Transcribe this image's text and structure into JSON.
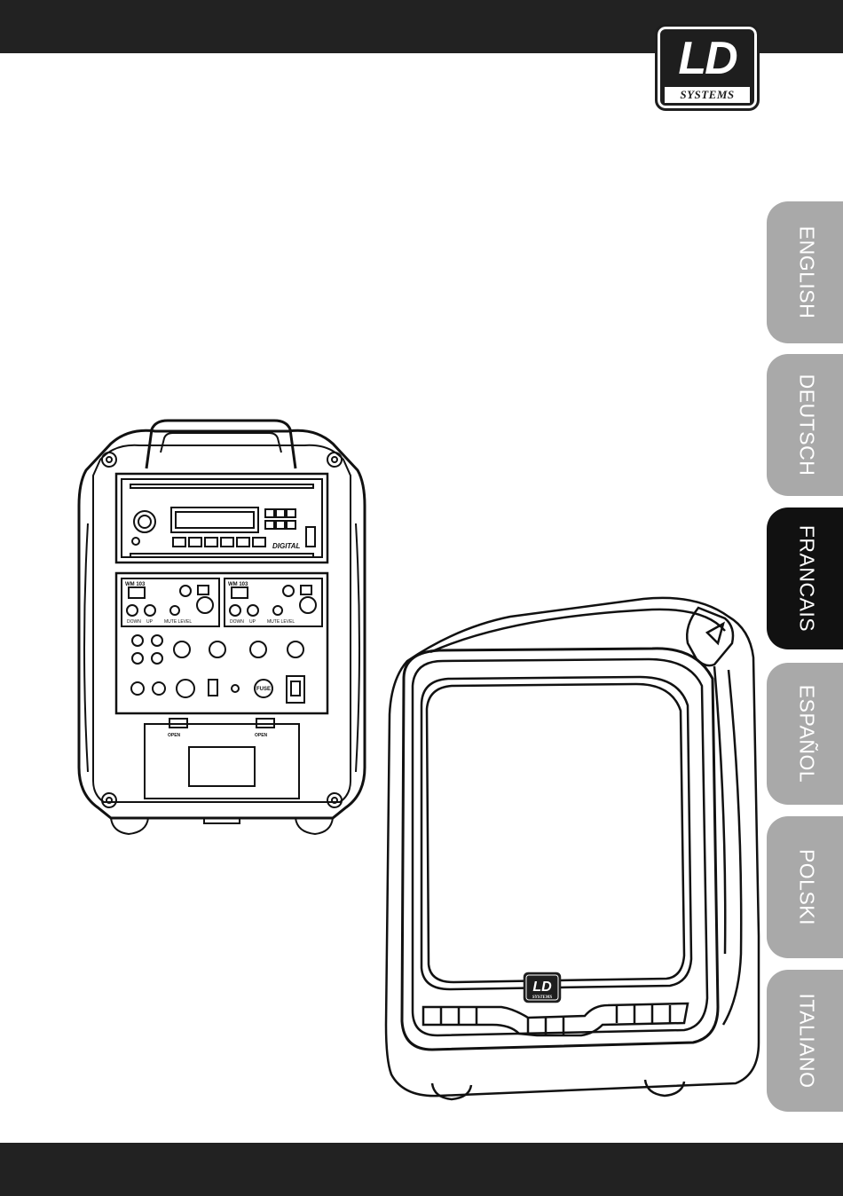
{
  "brand": {
    "logo_mark": "LD",
    "logo_sub": "SYSTEMS"
  },
  "language_tabs": [
    {
      "label": "ENGLISH",
      "active": false
    },
    {
      "label": "DEUTSCH",
      "active": false
    },
    {
      "label": "FRANCAIS",
      "active": true
    },
    {
      "label": "ESPAÑOL",
      "active": false
    },
    {
      "label": "POLSKI",
      "active": false
    },
    {
      "label": "ITALIANO",
      "active": false
    }
  ],
  "rear_panel": {
    "player": {
      "digital": "DIGITAL"
    },
    "receiver_left": {
      "model": "WM 103",
      "down": "DOWN",
      "up": "UP",
      "mute": "MUTE LEVEL"
    },
    "receiver_right": {
      "model": "WM 103",
      "down": "DOWN",
      "up": "UP",
      "mute": "MUTE LEVEL"
    },
    "fuse": "FUSE",
    "open_left": "OPEN",
    "open_right": "OPEN"
  },
  "front_logo": {
    "mark": "LD",
    "sub": "SYSTEMS"
  },
  "colors": {
    "bar": "#222222",
    "tab_inactive": "#a9a9a9",
    "tab_active": "#111111"
  }
}
